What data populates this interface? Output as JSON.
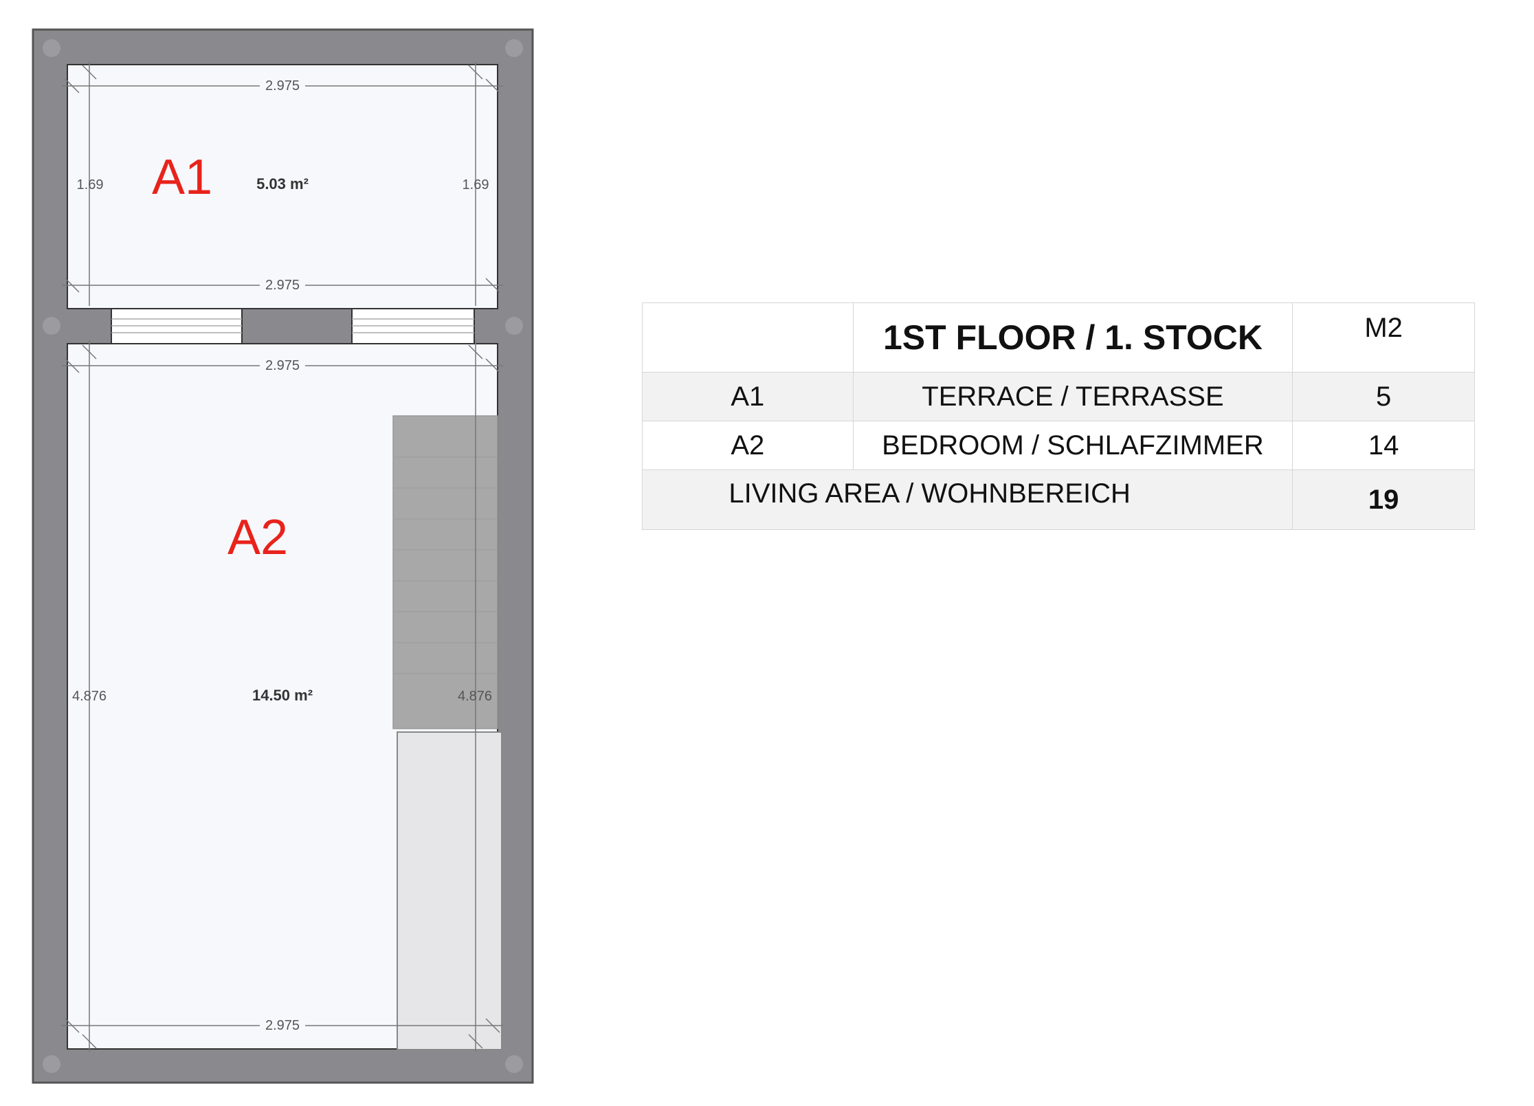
{
  "plan": {
    "rooms": [
      {
        "id": "A1",
        "label": "A1",
        "area": "5.03 m²",
        "width_label": "2.975",
        "height_label": "1.69"
      },
      {
        "id": "A2",
        "label": "A2",
        "area": "14.50 m²",
        "width_label": "2.975",
        "height_label": "4.876"
      }
    ],
    "colors": {
      "wall": "#8a8a8e",
      "room_fill": "#f7f8fc",
      "label": "#e8231b",
      "stair": "#a8a8a8",
      "closet": "#e8e8e8"
    }
  },
  "table": {
    "header": {
      "blank": "",
      "title": "1ST FLOOR / 1. STOCK",
      "unit": "M2"
    },
    "rows": [
      {
        "code": "A1",
        "name": "TERRACE / TERRASSE",
        "value": "5"
      },
      {
        "code": "A2",
        "name": "BEDROOM / SCHLAFZIMMER",
        "value": "14"
      }
    ],
    "total": {
      "label": "LIVING AREA / WOHNBEREICH",
      "value": "19"
    }
  }
}
